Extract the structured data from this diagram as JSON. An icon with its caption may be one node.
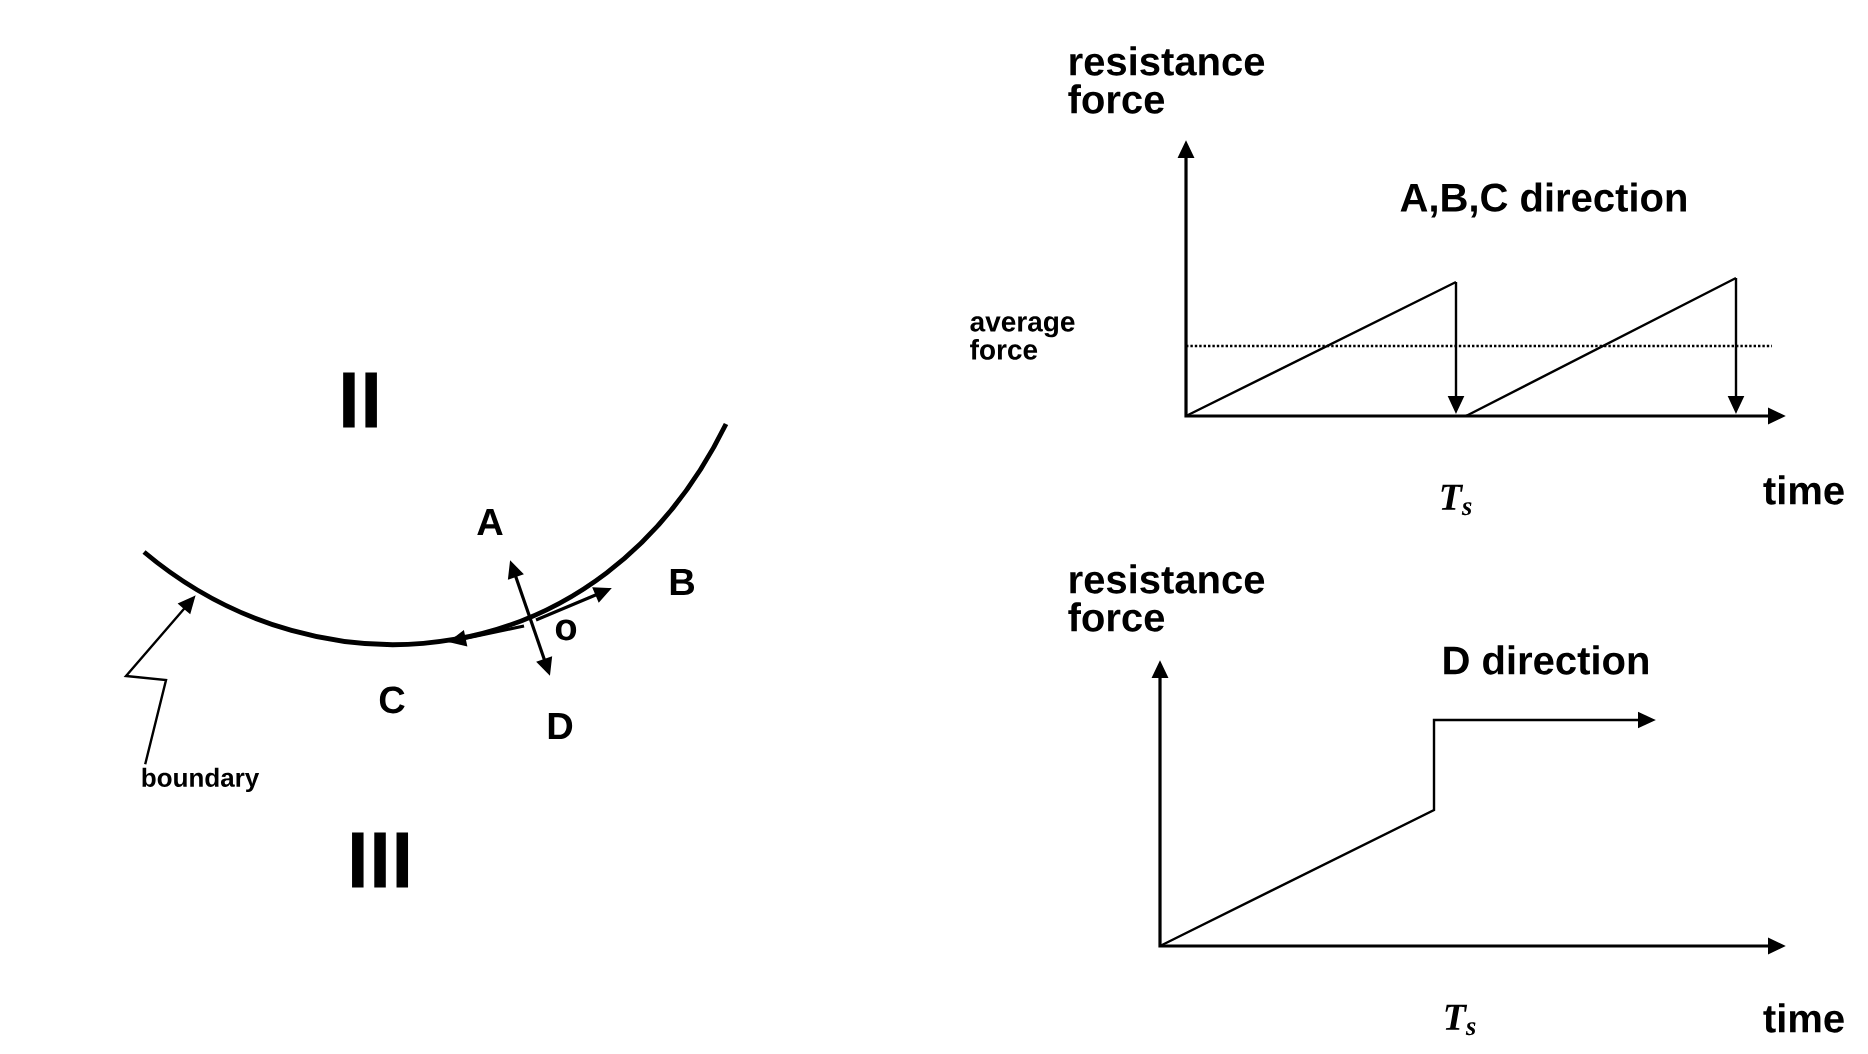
{
  "diagram": {
    "nodes": [
      {
        "text": [
          "boundary"
        ]
      },
      {
        "text": [],
        "shape": "curve"
      }
    ],
    "edges": [
      {
        "from": 0,
        "to": 1,
        "arrow": "to"
      }
    ],
    "labels": [
      "II",
      "A",
      "B",
      "o",
      "C",
      "D",
      "III",
      "resistance force",
      "A,B,C direction",
      "average force",
      "T$_{s}$",
      "time",
      "resistance force",
      "D direction",
      "T$_{s}$",
      "time"
    ]
  }
}
